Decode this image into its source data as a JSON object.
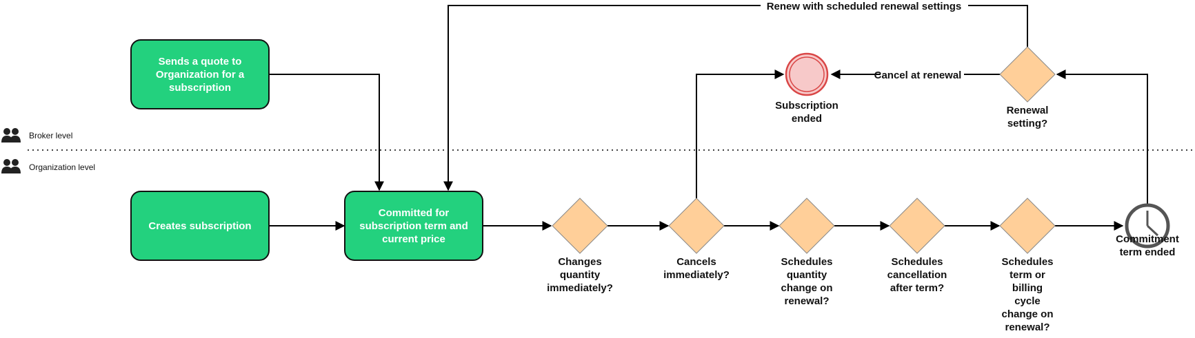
{
  "lanes": {
    "broker": "Broker level",
    "organization": "Organization level"
  },
  "boxes": {
    "sends_quote": [
      "Sends a quote to",
      "Organization for a",
      "subscription"
    ],
    "creates_subscription": [
      "Creates subscription"
    ],
    "committed": [
      "Committed for",
      "subscription term and",
      "current price"
    ]
  },
  "decisions": {
    "changes_quantity": [
      "Changes",
      "quantity",
      "immediately?"
    ],
    "cancels_immediately": [
      "Cancels",
      "immediately?"
    ],
    "schedules_quantity": [
      "Schedules",
      "quantity",
      "change on",
      "renewal?"
    ],
    "schedules_cancellation": [
      "Schedules",
      "cancellation",
      "after term?"
    ],
    "schedules_term": [
      "Schedules",
      "term or",
      "billing",
      "cycle",
      "change on",
      "renewal?"
    ],
    "renewal_setting": [
      "Renewal",
      "setting?"
    ]
  },
  "events": {
    "subscription_ended": [
      "Subscription",
      "ended"
    ],
    "commitment_term_ended": [
      "Commitment",
      "term ended"
    ]
  },
  "edge_labels": {
    "renew": "Renew with scheduled renewal settings",
    "cancel_at_renewal": "Cancel at renewal"
  },
  "colors": {
    "activity": "#23d17e",
    "decision": "#ffcf99",
    "end_event": "#f7c9c9",
    "end_event_stroke": "#d94646",
    "timer_stroke": "#555555"
  },
  "icons": {
    "lane_icon": "users-icon",
    "timer": "clock-icon"
  }
}
